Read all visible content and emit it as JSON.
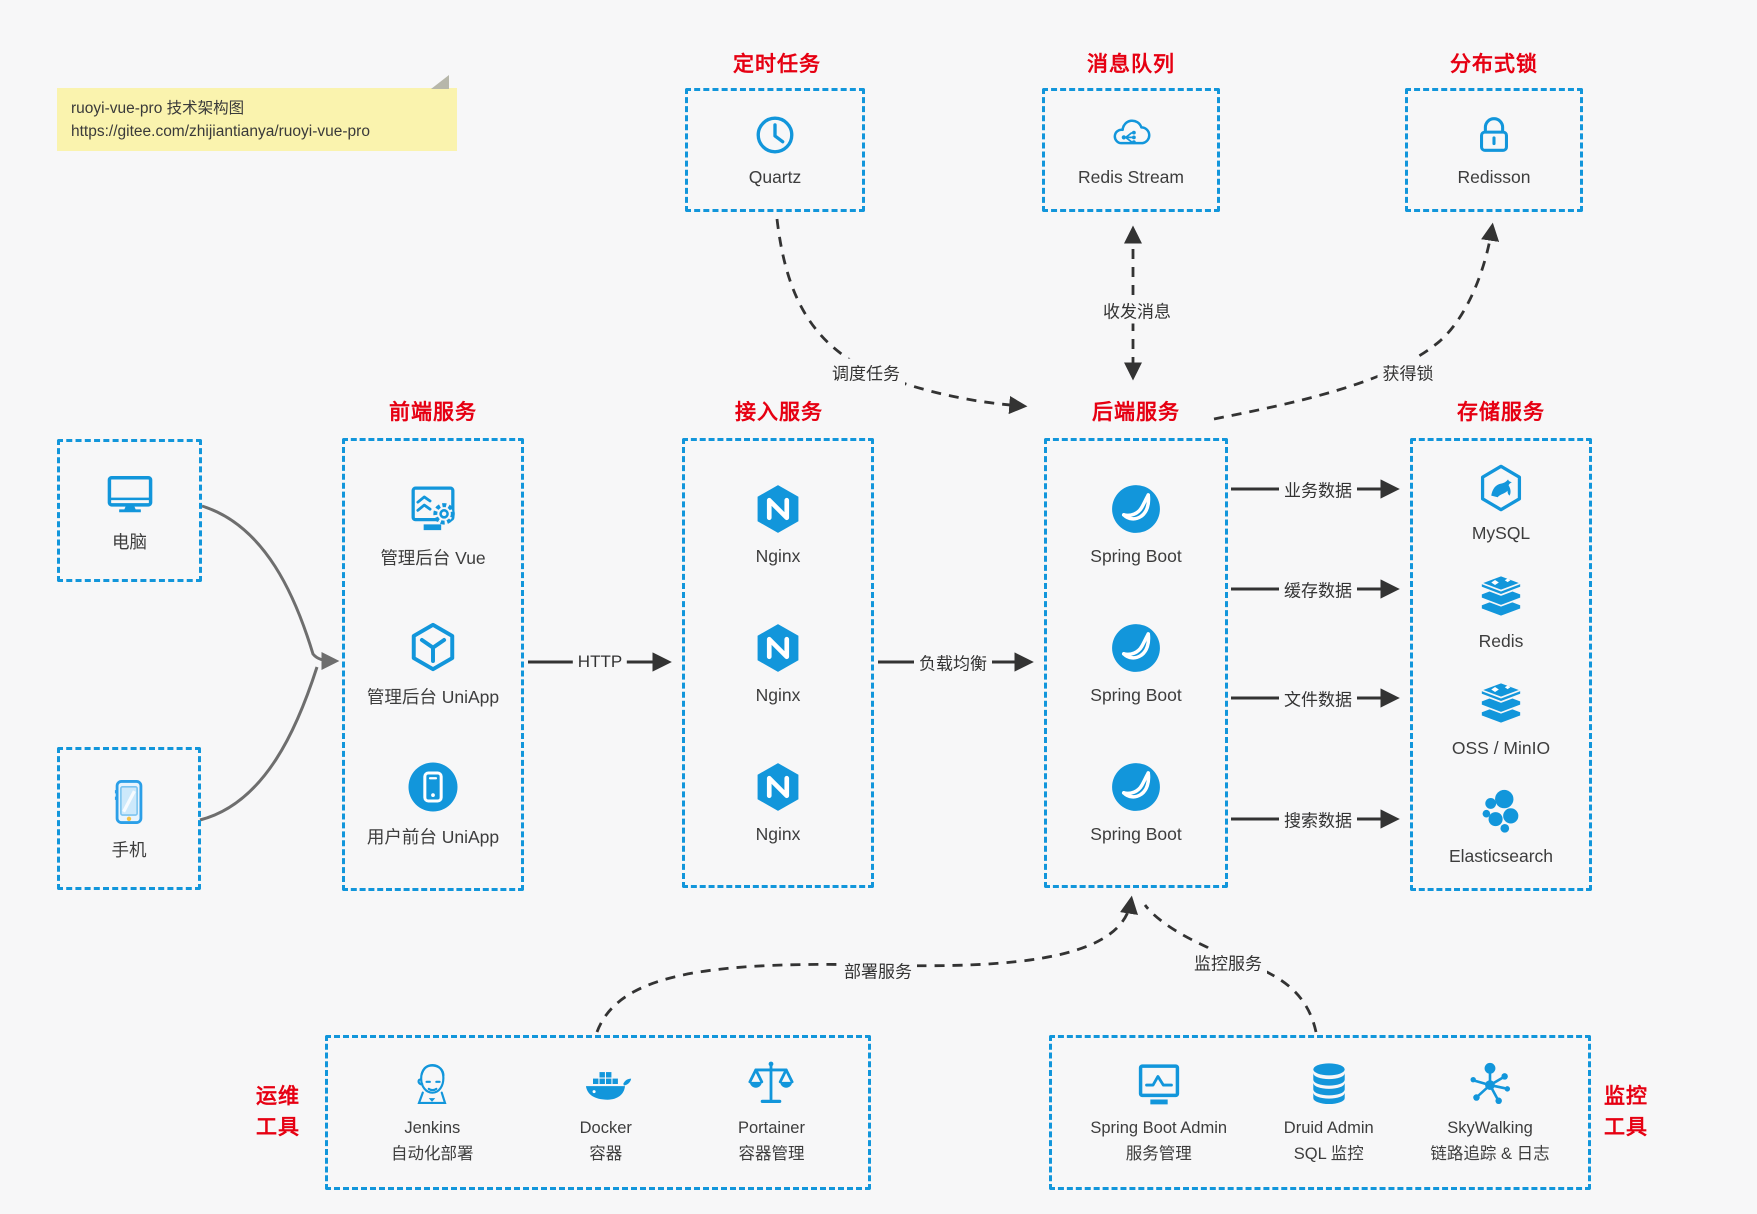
{
  "note": {
    "line1": "ruoyi-vue-pro 技术架构图",
    "line2": "https://gitee.com/zhijiantianya/ruoyi-vue-pro"
  },
  "colors": {
    "accent_blue": "#1296db",
    "title_red": "#e60012",
    "arrow_dark": "#333333",
    "client_arrow_gray": "#6e6e6e",
    "note_bg": "#faf3ae",
    "background": "#f7f7f8"
  },
  "top": {
    "groups": [
      {
        "title": "定时任务",
        "item_label": "Quartz",
        "icon": "clock-icon"
      },
      {
        "title": "消息队列",
        "item_label": "Redis Stream",
        "icon": "cloud-stream-icon"
      },
      {
        "title": "分布式锁",
        "item_label": "Redisson",
        "icon": "lock-icon"
      }
    ]
  },
  "clients": [
    {
      "label": "电脑",
      "icon": "desktop-icon"
    },
    {
      "label": "手机",
      "icon": "smartphone-icon"
    }
  ],
  "columns": [
    {
      "title": "前端服务",
      "items": [
        {
          "label": "管理后台 Vue",
          "icon": "admin-vue-icon"
        },
        {
          "label": "管理后台 UniApp",
          "icon": "uniapp-cube-icon"
        },
        {
          "label": "用户前台 UniApp",
          "icon": "user-app-icon"
        }
      ]
    },
    {
      "title": "接入服务",
      "items": [
        {
          "label": "Nginx",
          "icon": "nginx-icon"
        },
        {
          "label": "Nginx",
          "icon": "nginx-icon"
        },
        {
          "label": "Nginx",
          "icon": "nginx-icon"
        }
      ]
    },
    {
      "title": "后端服务",
      "items": [
        {
          "label": "Spring Boot",
          "icon": "spring-icon"
        },
        {
          "label": "Spring Boot",
          "icon": "spring-icon"
        },
        {
          "label": "Spring Boot",
          "icon": "spring-icon"
        }
      ]
    },
    {
      "title": "存储服务",
      "items": [
        {
          "label": "MySQL",
          "icon": "mysql-icon"
        },
        {
          "label": "Redis",
          "icon": "redis-icon"
        },
        {
          "label": "OSS / MinIO",
          "icon": "oss-minio-icon"
        },
        {
          "label": "Elasticsearch",
          "icon": "elasticsearch-icon"
        }
      ]
    }
  ],
  "edges": {
    "http": "HTTP",
    "load_balance": "负载均衡",
    "schedule": "调度任务",
    "messaging": "收发消息",
    "acquire_lock": "获得锁",
    "deploy": "部署服务",
    "monitor": "监控服务",
    "data_flows": [
      "业务数据",
      "缓存数据",
      "文件数据",
      "搜索数据"
    ]
  },
  "bottom": {
    "ops": {
      "title_line1": "运维",
      "title_line2": "工具",
      "items": [
        {
          "name": "Jenkins",
          "desc": "自动化部署",
          "icon": "jenkins-icon"
        },
        {
          "name": "Docker",
          "desc": "容器",
          "icon": "docker-icon"
        },
        {
          "name": "Portainer",
          "desc": "容器管理",
          "icon": "portainer-icon"
        }
      ]
    },
    "monitoring": {
      "title_line1": "监控",
      "title_line2": "工具",
      "items": [
        {
          "name": "Spring Boot Admin",
          "desc": "服务管理",
          "icon": "spring-boot-admin-icon"
        },
        {
          "name": "Druid Admin",
          "desc": "SQL 监控",
          "icon": "druid-icon"
        },
        {
          "name": "SkyWalking",
          "desc": "链路追踪 & 日志",
          "icon": "skywalking-icon"
        }
      ]
    }
  }
}
